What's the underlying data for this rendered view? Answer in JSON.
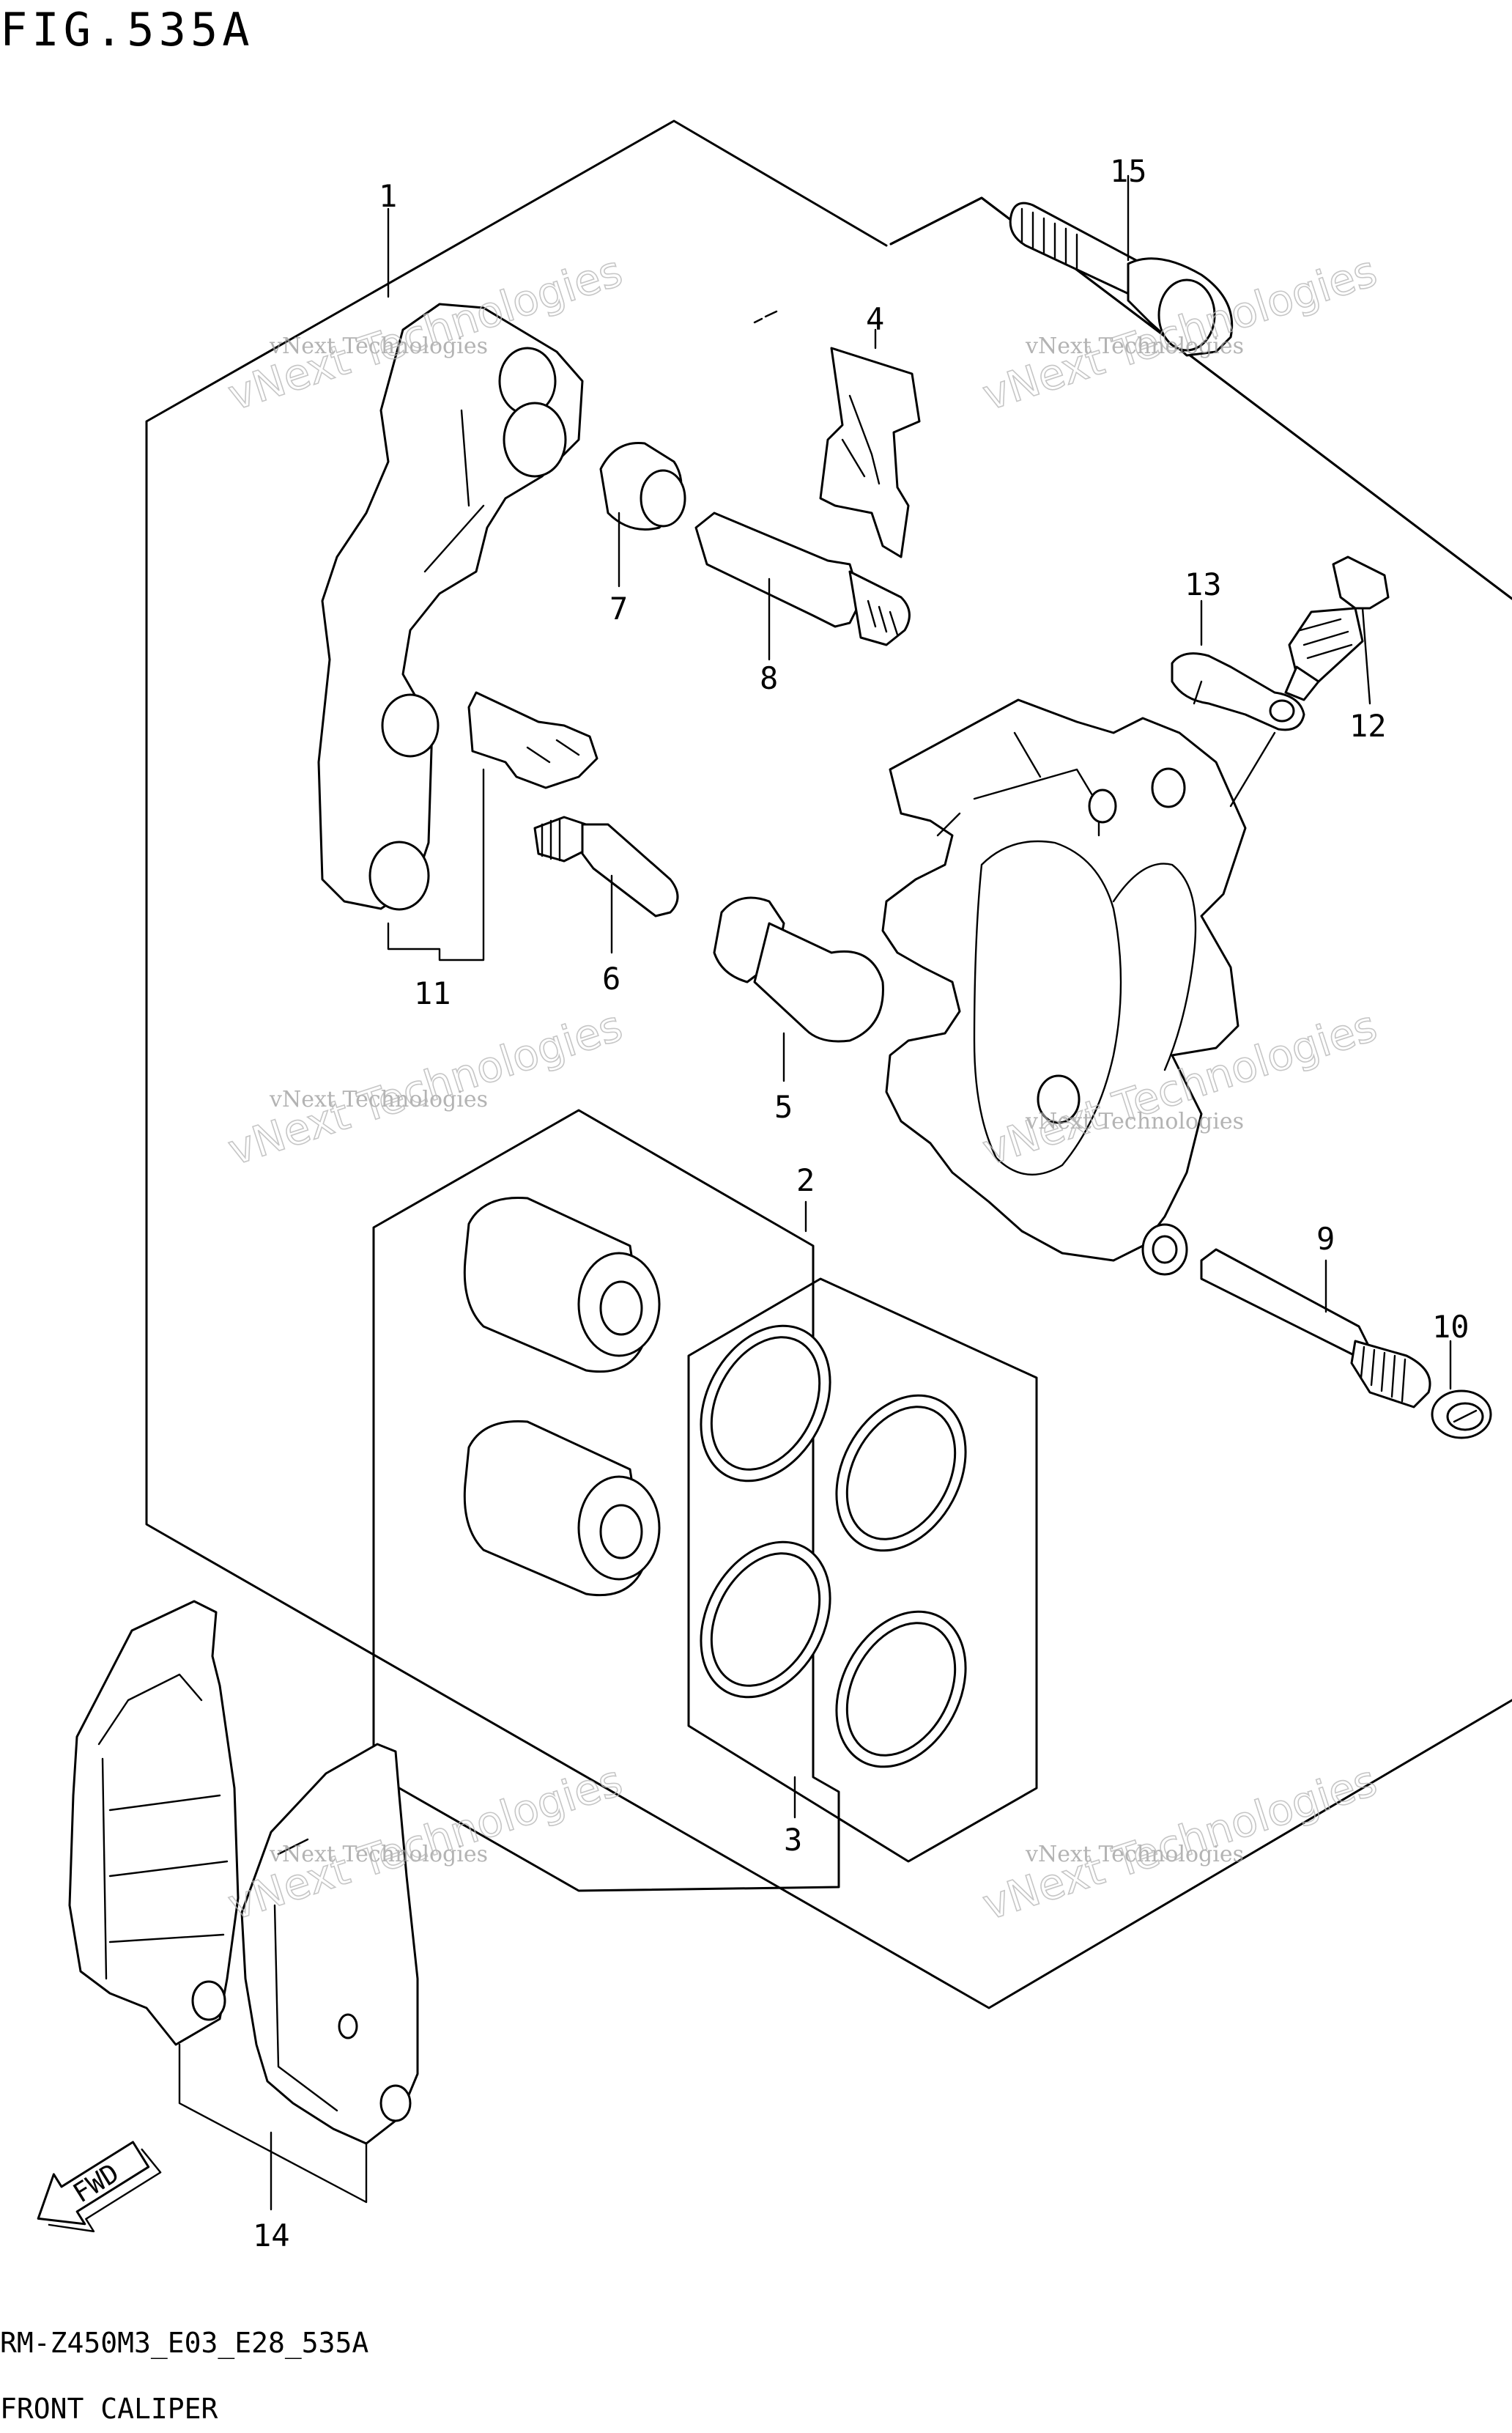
{
  "figure": {
    "title": "FIG.535A",
    "code": "RM-Z450M3_E03_E28_535A",
    "caption": "FRONT CALIPER"
  },
  "callouts": [
    "1",
    "2",
    "3",
    "4",
    "5",
    "6",
    "7",
    "8",
    "9",
    "10",
    "11",
    "12",
    "13",
    "14",
    "15"
  ],
  "watermark": {
    "small": "vNext Technologies",
    "large": "vNext Technologies"
  },
  "fwd_label": "FWD"
}
